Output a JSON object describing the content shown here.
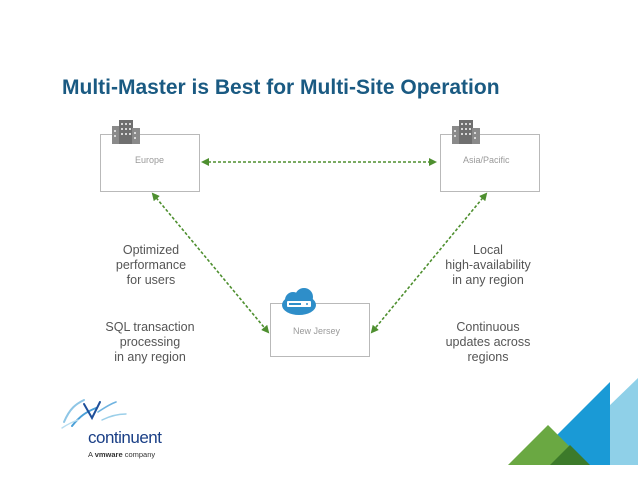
{
  "slide": {
    "title": "Multi-Master is Best for Multi-Site Operation"
  },
  "sites": {
    "europe": {
      "label": "Europe",
      "icon": "building-icon"
    },
    "asia": {
      "label": "Asia/Pacific",
      "icon": "building-icon"
    },
    "new_jersey": {
      "label": "New Jersey",
      "icon": "cloud-server-icon"
    }
  },
  "notes": {
    "top_left": "Optimized\nperformance\nfor users",
    "bottom_left": "SQL transaction\nprocessing\nin any region",
    "top_right": "Local\nhigh-availability\nin any region",
    "bottom_right": "Continuous\nupdates across\nregions"
  },
  "logo": {
    "wordmark": "continuent",
    "tagline_prefix": "A",
    "tagline_brand": "vmware",
    "tagline_suffix": "company"
  },
  "colors": {
    "title": "#1a5a82",
    "arrow": "#4e8f2f",
    "triangle_light_blue": "#8fd0e8",
    "triangle_blue": "#1a9ad6",
    "triangle_green": "#6aa842",
    "triangle_dark_green": "#3c7a2a"
  }
}
